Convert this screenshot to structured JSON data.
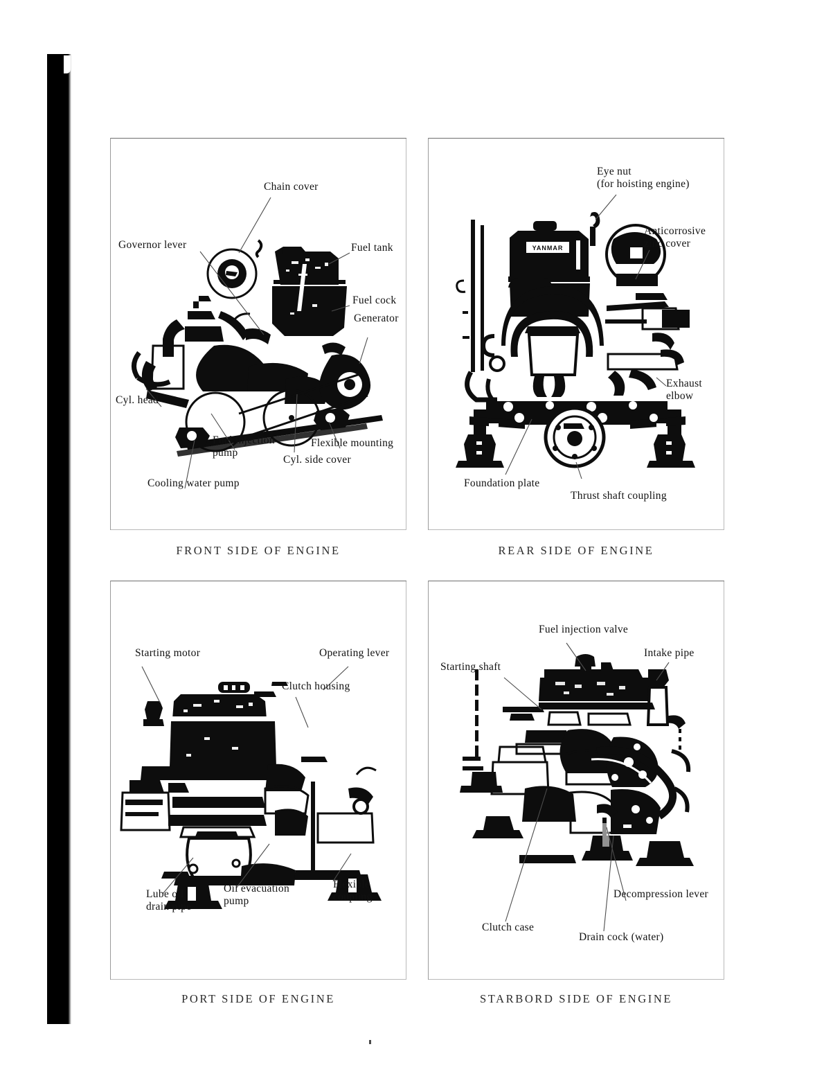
{
  "document": {
    "type": "illustrated-parts-identification-page",
    "brand_text_on_tank": "YANMAR"
  },
  "figures": [
    {
      "id": "front",
      "caption": "FRONT SIDE OF ENGINE",
      "labels": [
        {
          "name": "chain-cover",
          "text": "Chain cover"
        },
        {
          "name": "governor-lever",
          "text": "Governor lever"
        },
        {
          "name": "fuel-tank",
          "text": "Fuel tank"
        },
        {
          "name": "fuel-cock",
          "text": "Fuel cock"
        },
        {
          "name": "generator",
          "text": "Generator"
        },
        {
          "name": "cyl-head",
          "text": "Cyl. head"
        },
        {
          "name": "fuel-injection-pump",
          "text": "Fuel injection\npump"
        },
        {
          "name": "flexible-mounting",
          "text": "Flexible mounting"
        },
        {
          "name": "cyl-side-cover",
          "text": "Cyl. side cover"
        },
        {
          "name": "cooling-water-pump",
          "text": "Cooling water pump"
        }
      ]
    },
    {
      "id": "rear",
      "caption": "REAR SIDE OF ENGINE",
      "labels": [
        {
          "name": "eye-nut",
          "text": "Eye nut\n(for hoisting engine)"
        },
        {
          "name": "anticorrosive-zinc-cover",
          "text": "Anticorrosive\nzinc cover"
        },
        {
          "name": "exhaust-elbow",
          "text": "Exhaust\nelbow"
        },
        {
          "name": "foundation-plate",
          "text": "Foundation plate"
        },
        {
          "name": "thrust-shaft-coupling",
          "text": "Thrust shaft coupling"
        }
      ]
    },
    {
      "id": "port",
      "caption": "PORT SIDE OF ENGINE",
      "labels": [
        {
          "name": "starting-motor",
          "text": "Starting motor"
        },
        {
          "name": "operating-lever",
          "text": "Operating lever"
        },
        {
          "name": "clutch-housing",
          "text": "Clutch housing"
        },
        {
          "name": "lube-oil-drain-pipe",
          "text": "Lube oil\ndrain pipe"
        },
        {
          "name": "oil-evacuation-pump",
          "text": "Oil evacuation\npump"
        },
        {
          "name": "flexible-coupling",
          "text": "Flexible\ncoupling"
        }
      ]
    },
    {
      "id": "starbord",
      "caption": "STARBORD SIDE OF ENGINE",
      "labels": [
        {
          "name": "fuel-injection-valve",
          "text": "Fuel injection valve"
        },
        {
          "name": "starting-shaft",
          "text": "Starting shaft"
        },
        {
          "name": "intake-pipe",
          "text": "Intake pipe"
        },
        {
          "name": "clutch-case",
          "text": "Clutch case"
        },
        {
          "name": "decompression-lever",
          "text": "Decompression lever"
        },
        {
          "name": "drain-cock-water",
          "text": "Drain cock (water)"
        }
      ]
    }
  ],
  "colors": {
    "ink": "#111111",
    "leader": "#4c4c4c",
    "panel_border": "#b9b9b9",
    "page": "#ffffff"
  }
}
